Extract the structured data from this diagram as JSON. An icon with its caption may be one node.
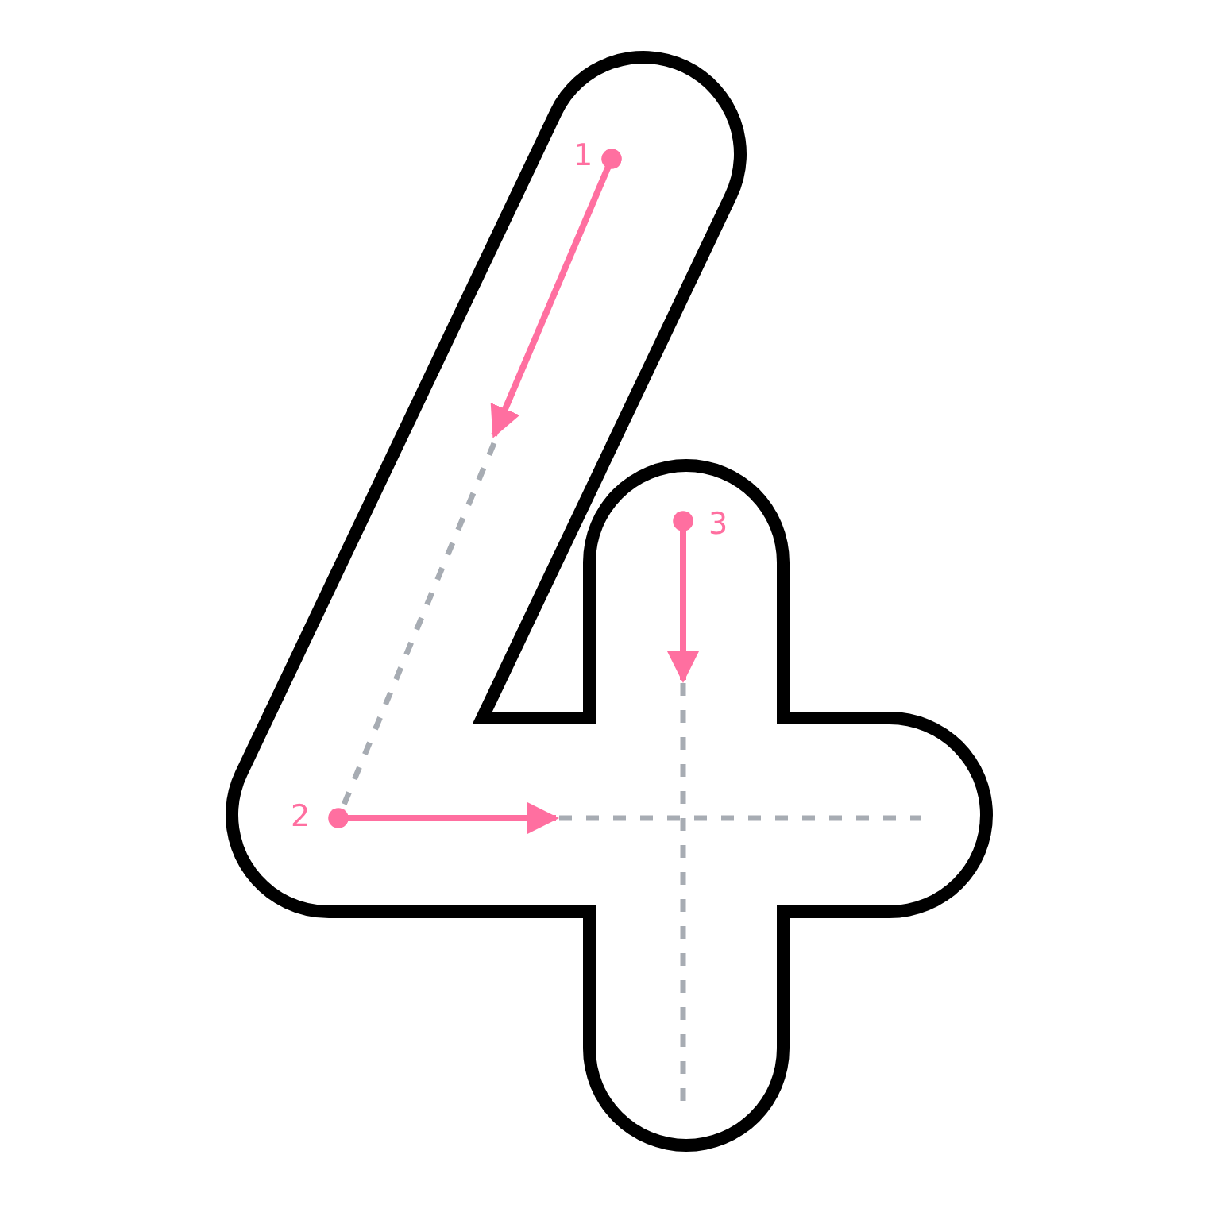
{
  "diagram": {
    "labels": [
      "1",
      "2",
      "3"
    ]
  }
}
